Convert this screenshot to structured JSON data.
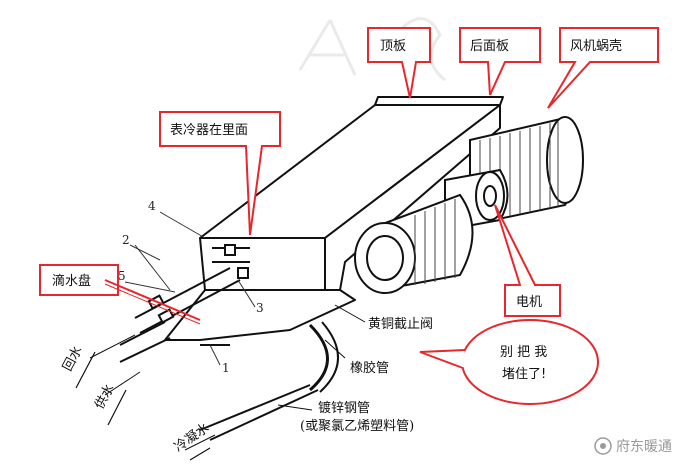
{
  "callouts": {
    "top_panel": "顶板",
    "back_panel": "后面板",
    "fan_housing": "风机蜗壳",
    "coil_inside": "表冷器在里面",
    "drain_pan": "滴水盘",
    "motor": "电机",
    "speech_line1": "别 把 我",
    "speech_line2": "堵住了!"
  },
  "labels": {
    "brass_valve": "黄铜截止阀",
    "rubber_hose": "橡胶管",
    "pipe_line1": "镀锌钢管",
    "pipe_line2": "(或聚氯乙烯塑料管)",
    "return_water": "回水",
    "supply_water": "供水",
    "condensate": "冷凝水"
  },
  "numbers": {
    "n4": "4",
    "n2": "2",
    "n5": "5",
    "n3": "3",
    "n1": "1"
  },
  "watermark": {
    "text": "府东暖通"
  },
  "colors": {
    "callout_border": "#e8262b",
    "line": "#111111",
    "watermark": "#9a9a9a"
  }
}
